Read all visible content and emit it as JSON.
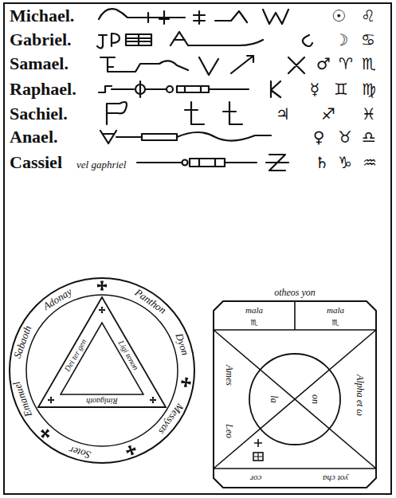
{
  "diagram": {
    "nodes": [
      {
        "text": [
          "Emanuel",
          "Sabaoth",
          "Adonay",
          "Panthon",
          "Dyon",
          "Messyas",
          "Soter"
        ]
      },
      {
        "text": [
          "Dei ter gen",
          "Ligi tenon",
          "Rinlgaoth"
        ],
        "in": 0
      },
      {
        "text": [
          "otheos yon",
          "mala",
          "♏",
          "mala",
          "♏",
          "Ames",
          "Alpha et ω",
          "Leo",
          "cor",
          "yot cha"
        ]
      },
      {
        "text": [
          "la",
          "on"
        ],
        "in": 2
      }
    ],
    "labels": [
      "Michael.",
      "☉",
      "♌",
      "Gabriel.",
      "☽",
      "♋",
      "Samael.",
      "♂",
      "♈",
      "♏",
      "Raphael.",
      "☿",
      "♊",
      "♍",
      "Sachiel.",
      "♃",
      "♐",
      "♓",
      "Anael.",
      "♀",
      "♉",
      "♎",
      "Cassiel",
      "vel gaphriel",
      "♄",
      "♑",
      "♒"
    ]
  }
}
